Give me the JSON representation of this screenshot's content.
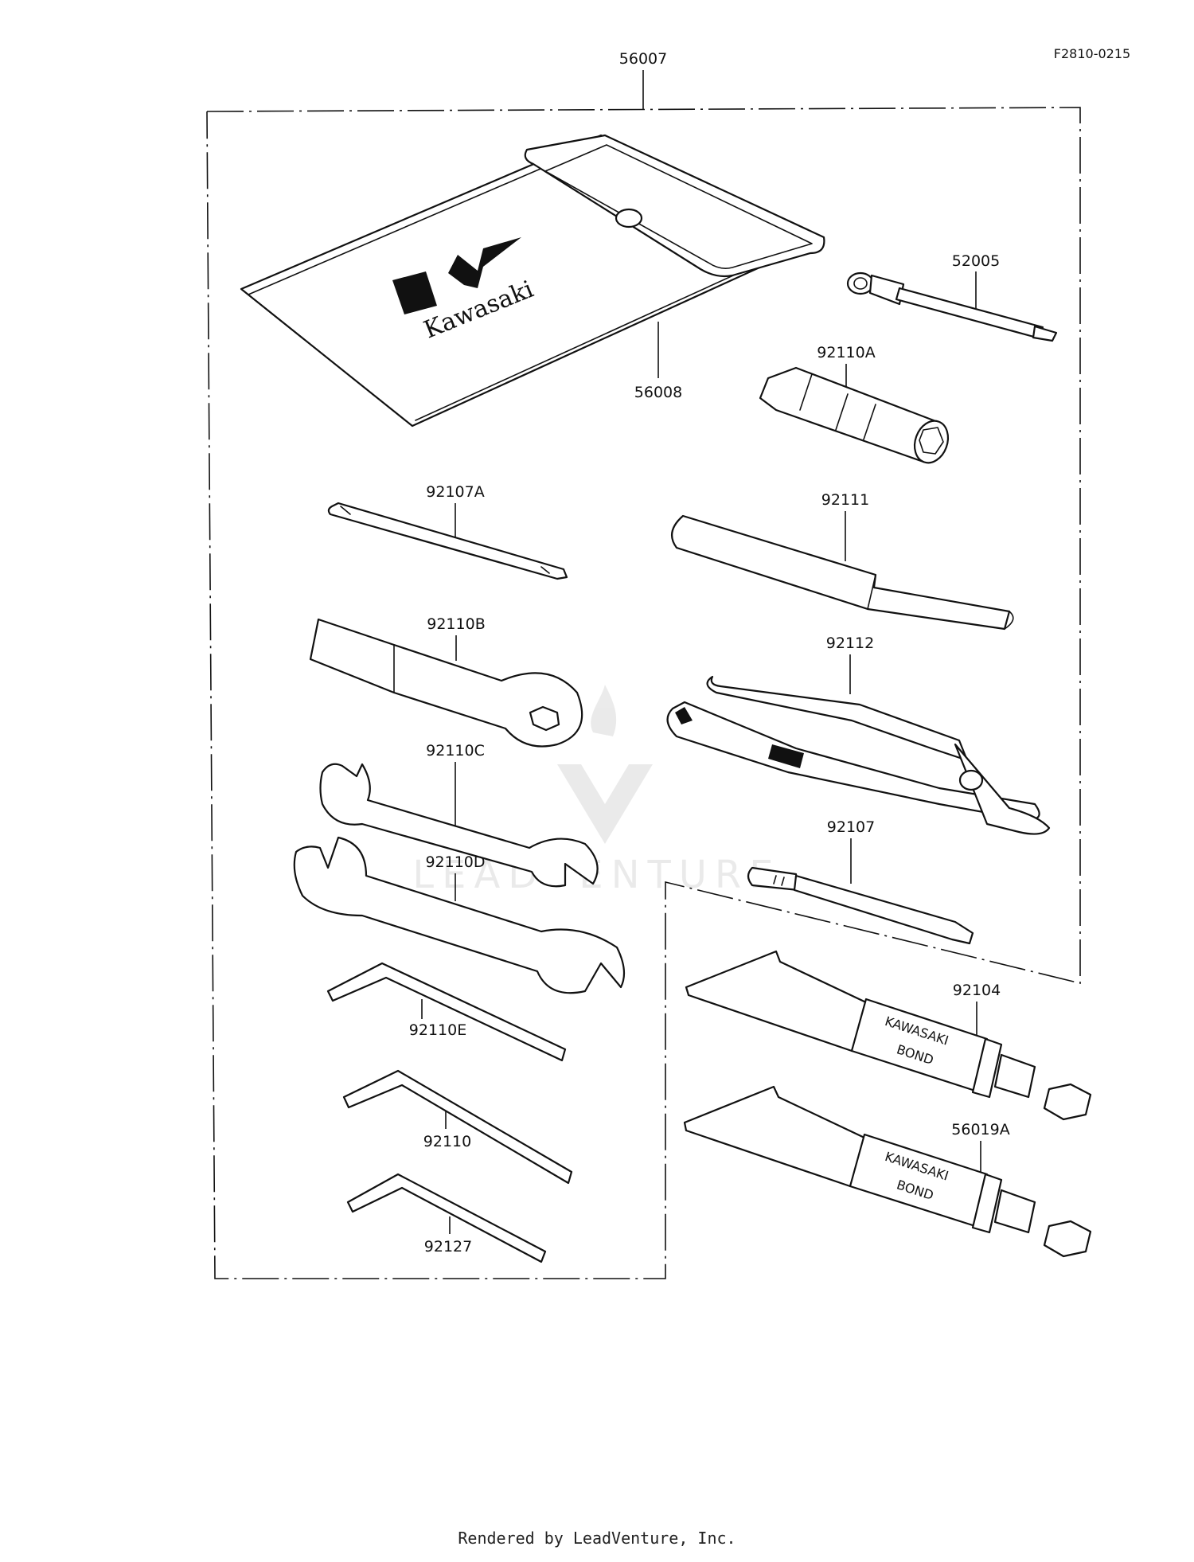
{
  "diagram": {
    "figure_code": "F2810-0215",
    "brand_logo_text": "Kawasaki",
    "tube_print": [
      "KAWASAKI",
      "BOND"
    ],
    "watermark": "LEADVENTURE",
    "parts": [
      {
        "id": "kit",
        "label": "56007"
      },
      {
        "id": "bag",
        "label": "56008"
      },
      {
        "id": "plug-wrench-handle",
        "label": "52005"
      },
      {
        "id": "socket-wrench",
        "label": "92110A"
      },
      {
        "id": "screwdriver-grip-small",
        "label": "92107A"
      },
      {
        "id": "screwdriver-handle",
        "label": "92111"
      },
      {
        "id": "ring-wrench",
        "label": "92110B"
      },
      {
        "id": "pliers",
        "label": "92112"
      },
      {
        "id": "open-wrench-small",
        "label": "92110C"
      },
      {
        "id": "screwdriver",
        "label": "92107"
      },
      {
        "id": "open-wrench-large",
        "label": "92110D"
      },
      {
        "id": "hex-key-large",
        "label": "92110E"
      },
      {
        "id": "bond-tube-1",
        "label": "92104"
      },
      {
        "id": "hex-key-medium",
        "label": "92110"
      },
      {
        "id": "bond-tube-2",
        "label": "56019A"
      },
      {
        "id": "hex-key-small",
        "label": "92127"
      }
    ]
  },
  "footer": {
    "text": "Rendered by LeadVenture, Inc."
  }
}
